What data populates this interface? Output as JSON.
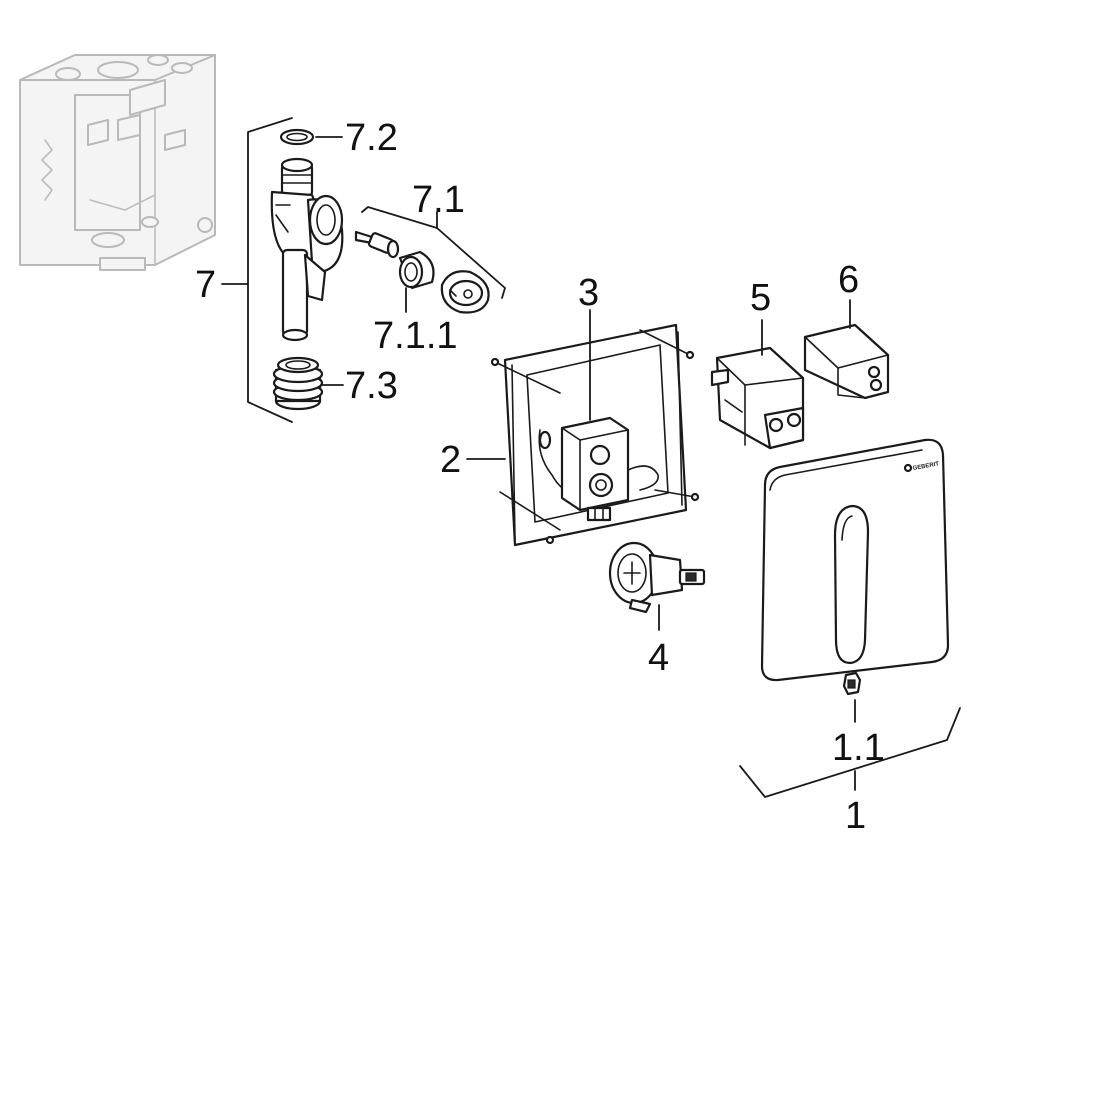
{
  "labels": {
    "part_7": "7",
    "part_7_2": "7.2",
    "part_7_1": "7.1",
    "part_7_1_1": "7.1.1",
    "part_7_3": "7.3",
    "part_2": "2",
    "part_3": "3",
    "part_4": "4",
    "part_5": "5",
    "part_6": "6",
    "part_1_1": "1.1",
    "part_1": "1"
  },
  "logo": {
    "text": "GEBERIT"
  }
}
